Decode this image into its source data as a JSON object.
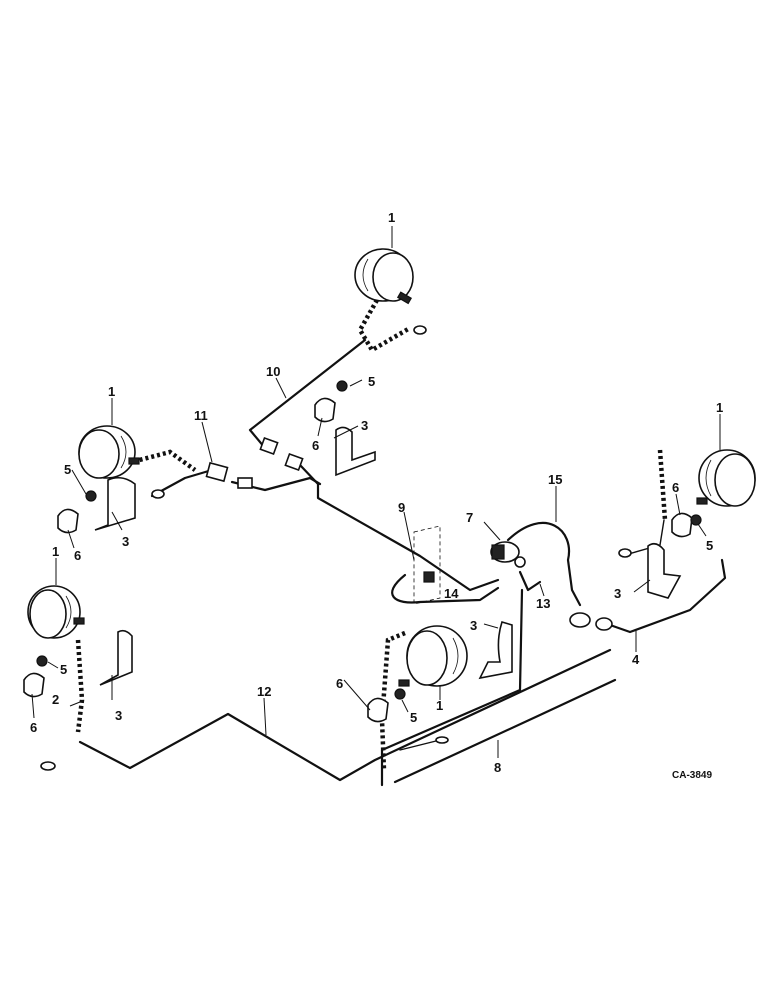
{
  "figure_code": "CA-3849",
  "callouts": {
    "lamp": "1",
    "item2": "2",
    "bracket": "3",
    "harness4": "4",
    "nut": "5",
    "clamp": "6",
    "switch": "7",
    "harness8": "8",
    "harness9": "9",
    "harness10": "10",
    "connector": "11",
    "harness12": "12",
    "harness13": "13",
    "item14": "14",
    "harness15": "15"
  }
}
